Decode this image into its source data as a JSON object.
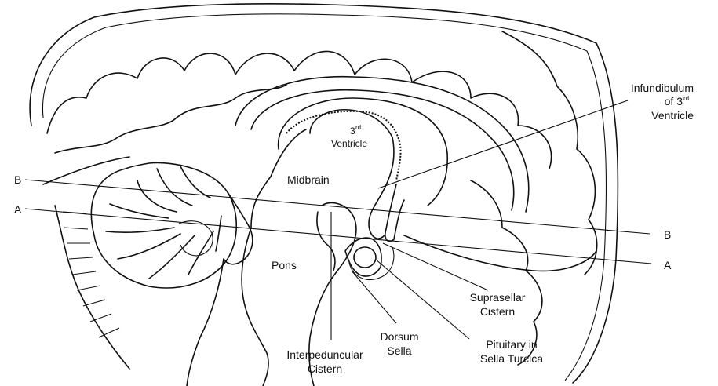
{
  "labels": {
    "infundibulum_line1": "Infundibulum",
    "infundibulum_line2": "of 3",
    "infundibulum_sup": "rd",
    "infundibulum_line3": "Ventricle",
    "third_ventricle_num": "3",
    "third_ventricle_sup": "rd",
    "third_ventricle_word": "Ventricle",
    "midbrain": "Midbrain",
    "pons": "Pons",
    "line_b_left": "B",
    "line_b_right": "B",
    "line_a_left": "A",
    "line_a_right": "A",
    "suprasellar_line1": "Suprasellar",
    "suprasellar_line2": "Cistern",
    "pituitary_line1": "Pituitary in",
    "pituitary_line2": "Sella Turcica",
    "dorsum_line1": "Dorsum",
    "dorsum_line2": "Sella",
    "interpeduncular_line1": "Interpeduncular",
    "interpeduncular_line2": "Cistern"
  }
}
